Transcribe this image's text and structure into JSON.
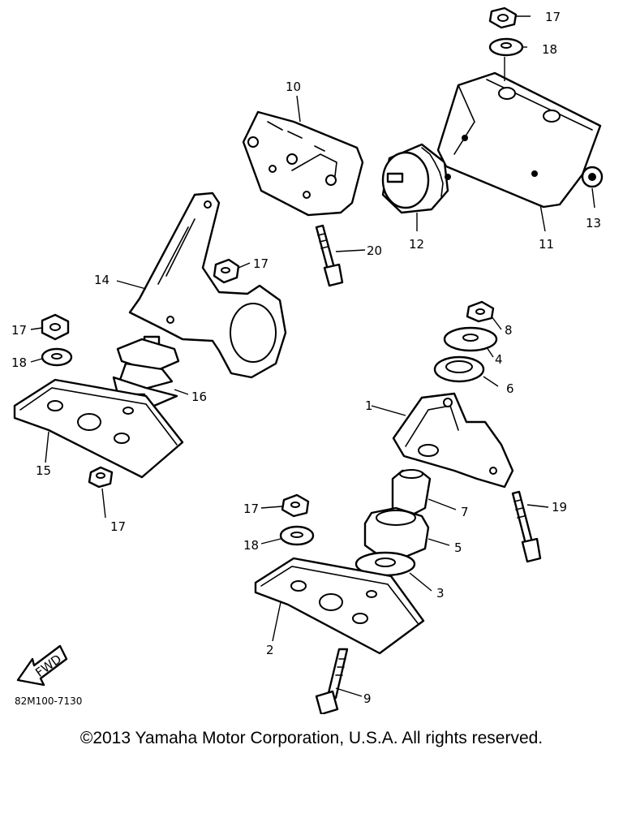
{
  "callouts": [
    "1",
    "2",
    "3",
    "4",
    "5",
    "6",
    "7",
    "8",
    "9",
    "10",
    "11",
    "12",
    "13",
    "14",
    "15",
    "16",
    "17",
    "17",
    "17",
    "17",
    "17",
    "18",
    "18",
    "18",
    "19",
    "20"
  ],
  "fwd_label": "FWD",
  "diagram_code": "82M100-7130",
  "copyright": "©2013 Yamaha Motor Corporation, U.S.A. All rights reserved."
}
